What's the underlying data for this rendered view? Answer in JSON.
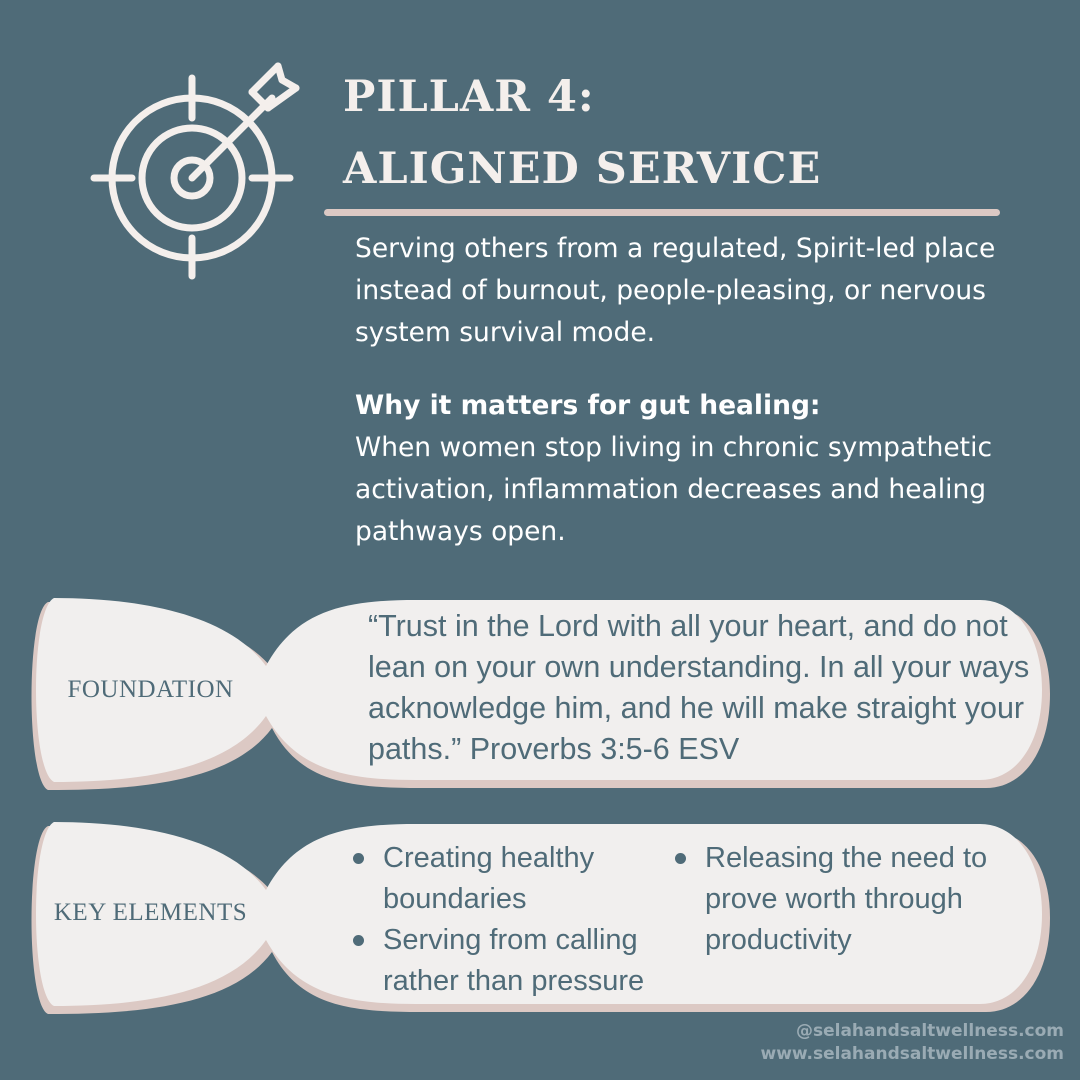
{
  "icon": {
    "name": "target-arrow-icon"
  },
  "title": {
    "line1": "PILLAR 4:",
    "line2": "ALIGNED SERVICE"
  },
  "description": "Serving others from a regulated, Spirit-led place instead of burnout, people-pleasing, or nervous system survival mode.",
  "why": {
    "heading": "Why it matters for gut healing:",
    "body": "When women stop living in chronic sympathetic activation, inflammation decreases and healing pathways open."
  },
  "foundation": {
    "label": "FOUNDATION",
    "quote": "“Trust in the Lord with all your heart, and do not lean on your own understanding. In all your ways acknowledge him, and he will make straight your paths.” Proverbs 3:5-6 ESV"
  },
  "key_elements": {
    "label": "KEY ELEMENTS",
    "items": [
      "Creating healthy boundaries",
      "Serving from calling rather than pressure",
      "Releasing the need to prove worth through productivity"
    ]
  },
  "footer": {
    "handle": "@selahandsaltwellness.com",
    "website": "www.selahandsaltwellness.com"
  },
  "colors": {
    "background": "#4f6b78",
    "card": "#f1efee",
    "card_shadow": "#dcc9c4",
    "text_light": "#ffffff",
    "text_dark": "#4f6b78"
  }
}
